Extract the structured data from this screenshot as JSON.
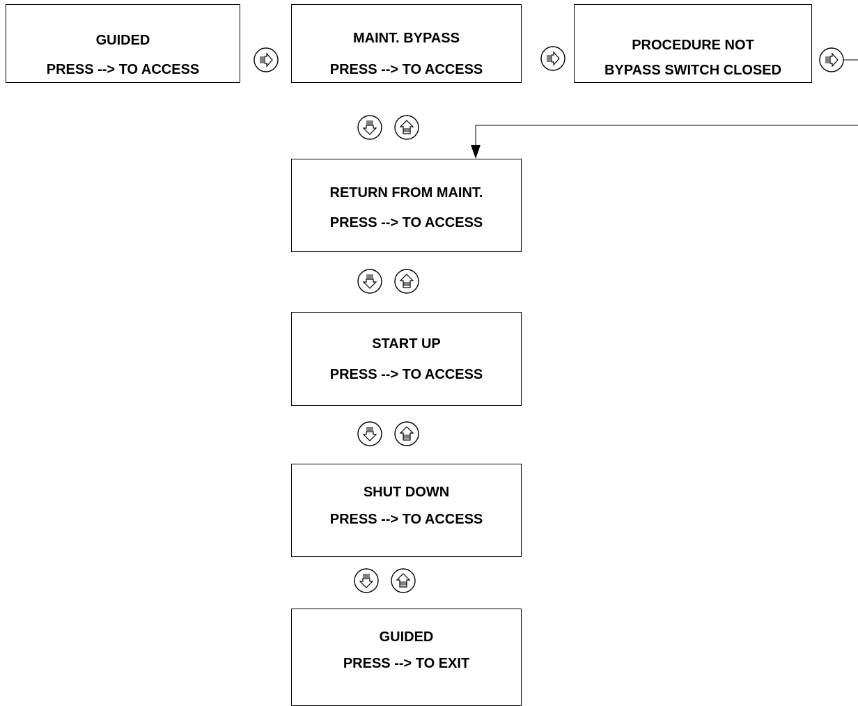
{
  "boxes": [
    {
      "id": "guided-access",
      "line1": "GUIDED",
      "line2": "PRESS --> TO ACCESS"
    },
    {
      "id": "maint-bypass",
      "line1": "MAINT. BYPASS",
      "line2": "PRESS --> TO ACCESS"
    },
    {
      "id": "procedure-not",
      "line1": "PROCEDURE NOT",
      "line2": "BYPASS SWITCH CLOSED"
    },
    {
      "id": "return-from-maint",
      "line1": "RETURN FROM MAINT.",
      "line2": "PRESS --> TO ACCESS"
    },
    {
      "id": "start-up",
      "line1": "START UP",
      "line2": "PRESS --> TO ACCESS"
    },
    {
      "id": "shut-down",
      "line1": "SHUT DOWN",
      "line2": "PRESS --> TO ACCESS"
    },
    {
      "id": "guided-exit",
      "line1": "GUIDED",
      "line2": "PRESS --> TO EXIT"
    }
  ],
  "icons": {
    "right_button": "right-arrow-key-icon",
    "down_button": "down-arrow-key-icon",
    "up_button": "up-arrow-key-icon"
  }
}
